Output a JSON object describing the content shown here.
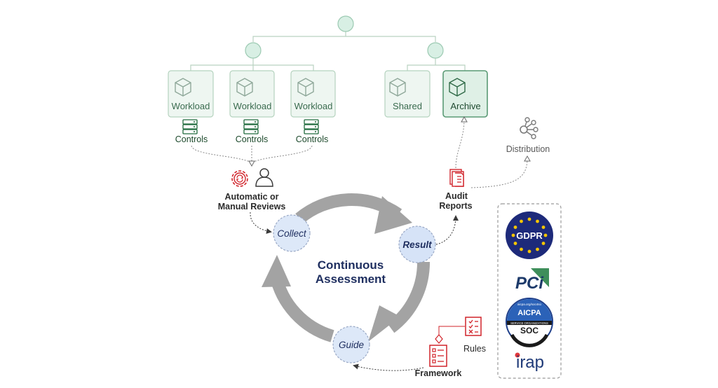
{
  "tree": {
    "workloads": [
      {
        "label": "Workload",
        "controls": "Controls"
      },
      {
        "label": "Workload",
        "controls": "Controls"
      },
      {
        "label": "Workload",
        "controls": "Controls"
      }
    ],
    "shared": {
      "label": "Shared"
    },
    "archive": {
      "label": "Archive"
    }
  },
  "reviews": {
    "line1": "Automatic or",
    "line2": "Manual Reviews"
  },
  "audit": {
    "line1": "Audit",
    "line2": "Reports"
  },
  "distribution": {
    "label": "Distribution"
  },
  "cycle": {
    "title_line1": "Continuous",
    "title_line2": "Assessment",
    "nodes": {
      "collect": "Collect",
      "result": "Result",
      "guide": "Guide"
    }
  },
  "rules": {
    "label": "Rules"
  },
  "framework": {
    "label": "Framework"
  },
  "badges": {
    "gdpr": "GDPR",
    "pci": "PCi",
    "aicpa": "AICPA",
    "soc": "SOC",
    "soc_top": "aicpa.org/soc4so",
    "soc_sub": "SERVICE ORGANIZATIONS",
    "irap": "irap"
  },
  "colors": {
    "green_fill": "#eaf4ee",
    "green_stroke": "#a9cdb5",
    "green_dark": "#2f6a47",
    "node_fill": "#dde8f8",
    "red": "#d1232a",
    "navy": "#1f2f60",
    "cycle_grey": "#a3a3a3"
  }
}
